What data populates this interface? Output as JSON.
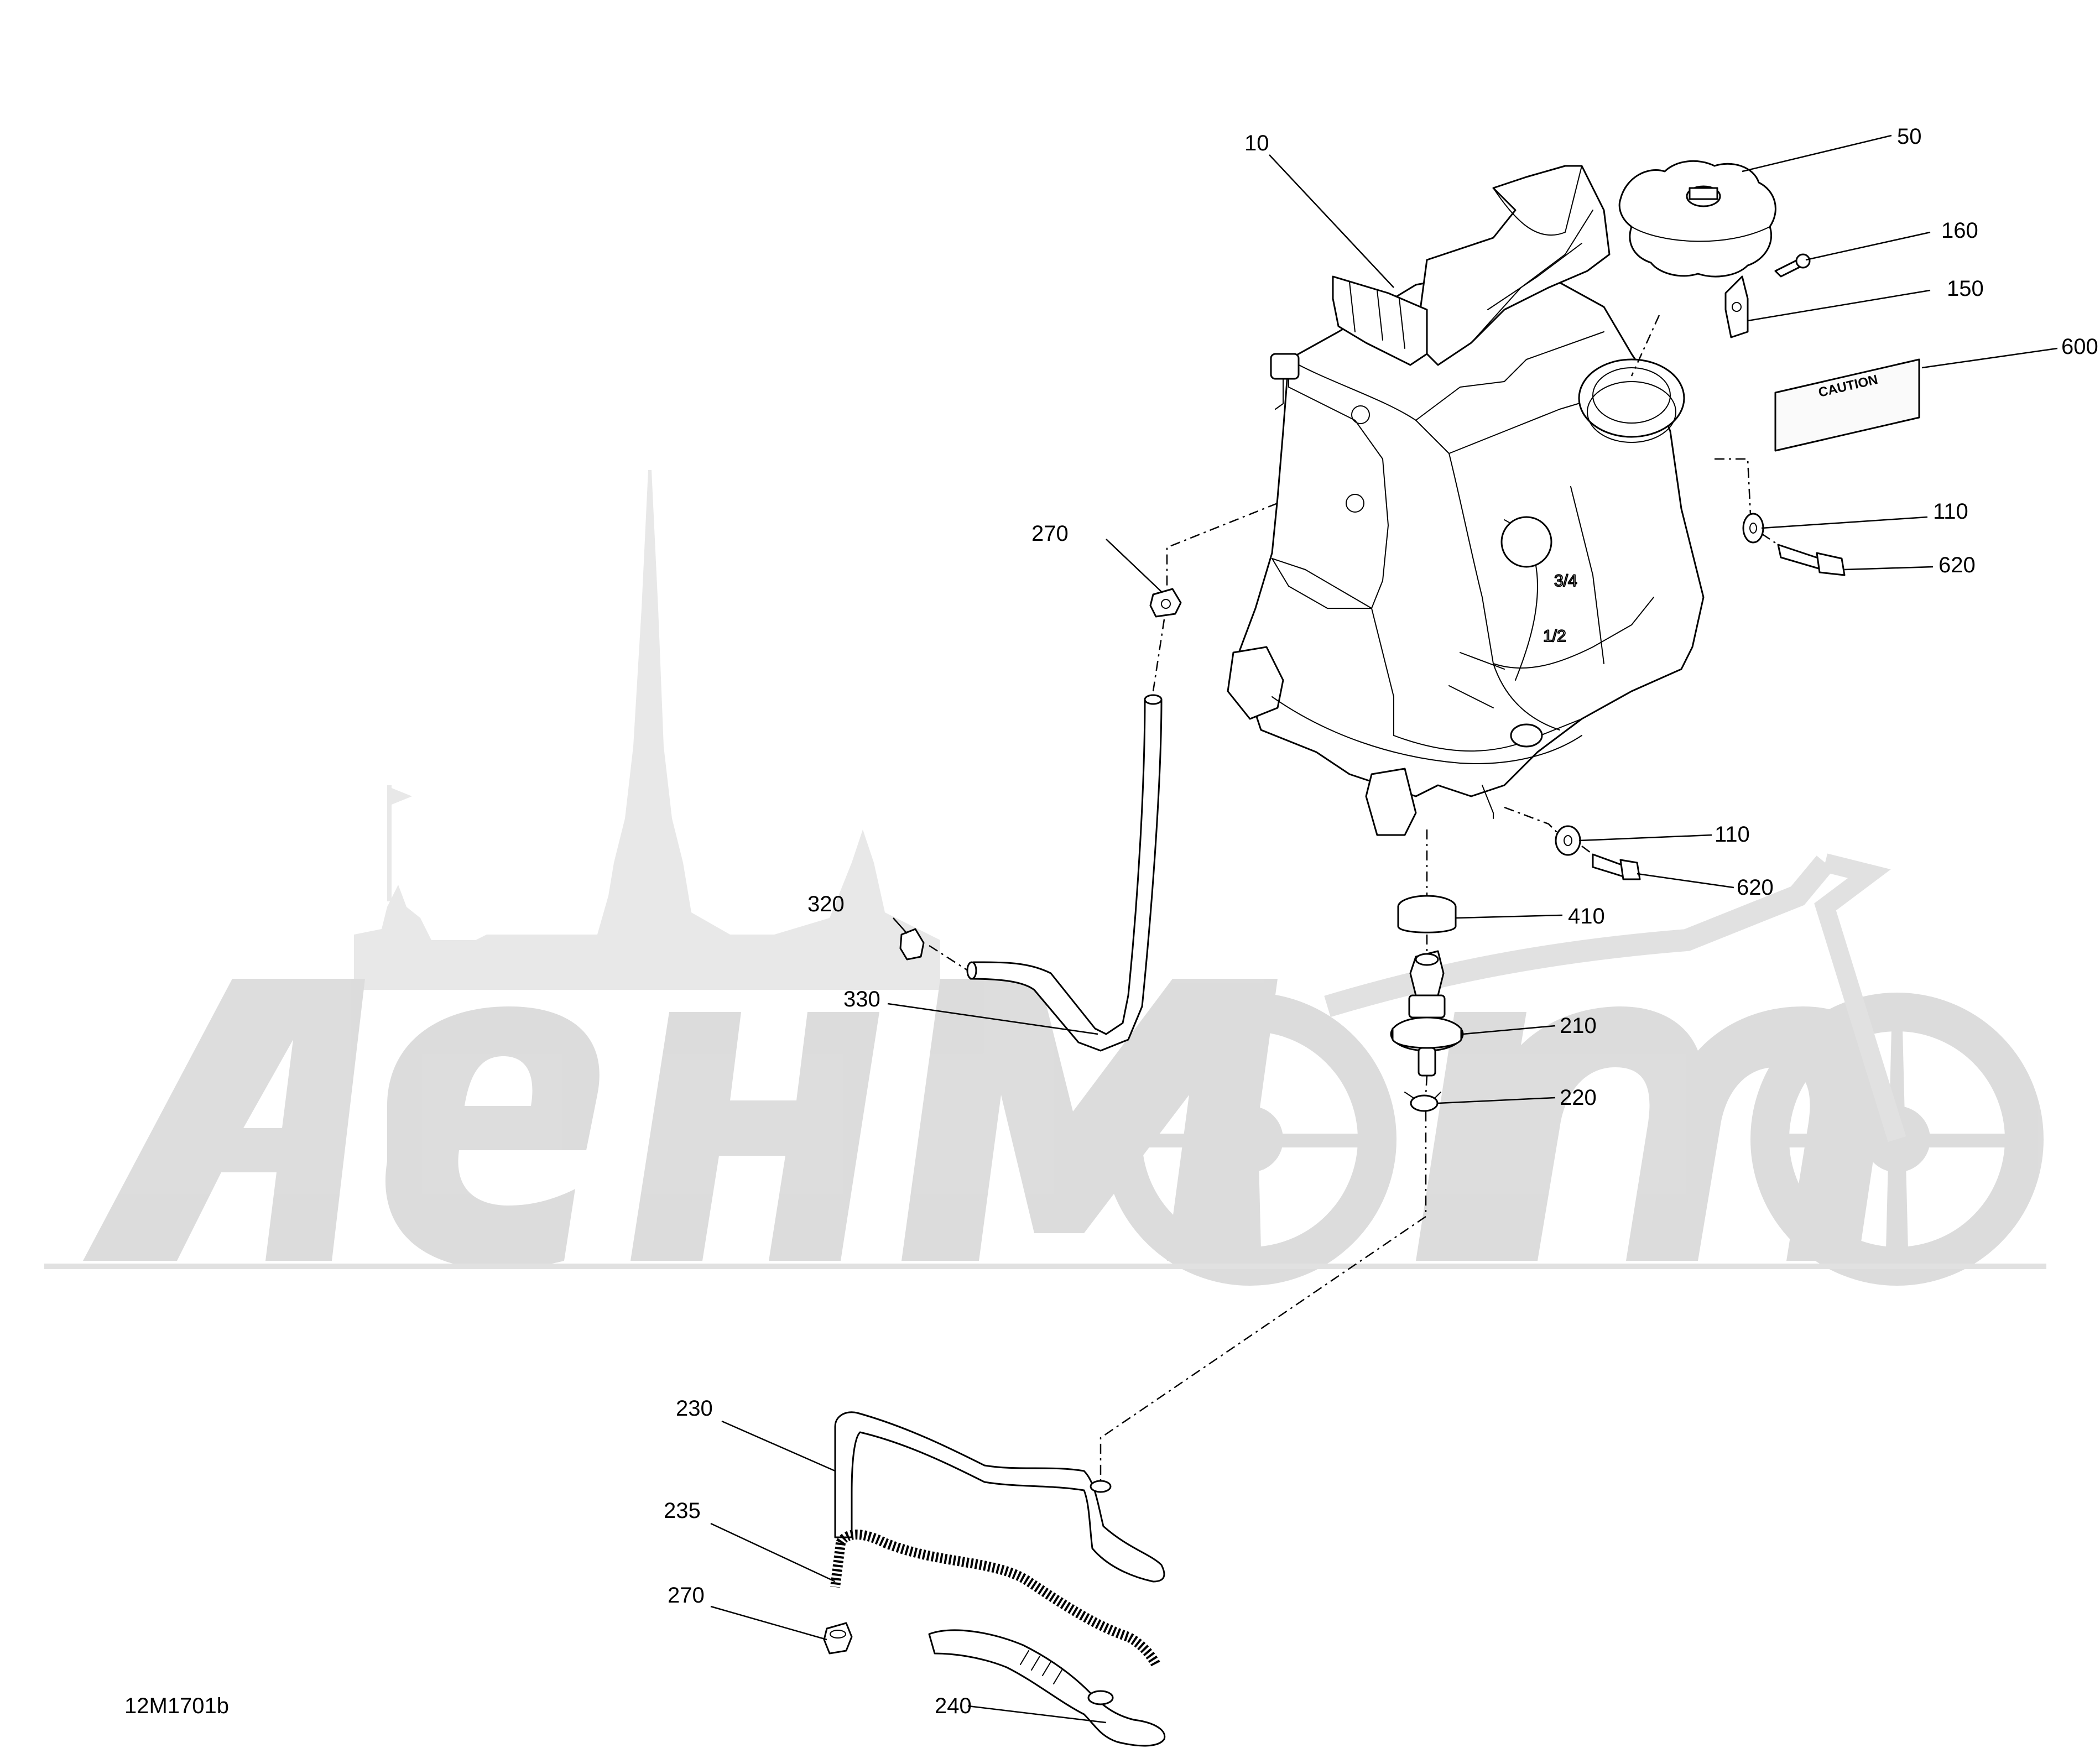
{
  "diagram_code": "12M1701b",
  "label_text": "CAUTION",
  "callouts": [
    {
      "id": "c10",
      "text": "10"
    },
    {
      "id": "c50",
      "text": "50"
    },
    {
      "id": "c160",
      "text": "160"
    },
    {
      "id": "c150",
      "text": "150"
    },
    {
      "id": "c600",
      "text": "600"
    },
    {
      "id": "c110a",
      "text": "110"
    },
    {
      "id": "c620a",
      "text": "620"
    },
    {
      "id": "c270a",
      "text": "270"
    },
    {
      "id": "c110b",
      "text": "110"
    },
    {
      "id": "c620b",
      "text": "620"
    },
    {
      "id": "c410",
      "text": "410"
    },
    {
      "id": "c320",
      "text": "320"
    },
    {
      "id": "c330",
      "text": "330"
    },
    {
      "id": "c210",
      "text": "210"
    },
    {
      "id": "c220",
      "text": "220"
    },
    {
      "id": "c230",
      "text": "230"
    },
    {
      "id": "c235",
      "text": "235"
    },
    {
      "id": "c270b",
      "text": "270"
    },
    {
      "id": "c240",
      "text": "240"
    }
  ]
}
